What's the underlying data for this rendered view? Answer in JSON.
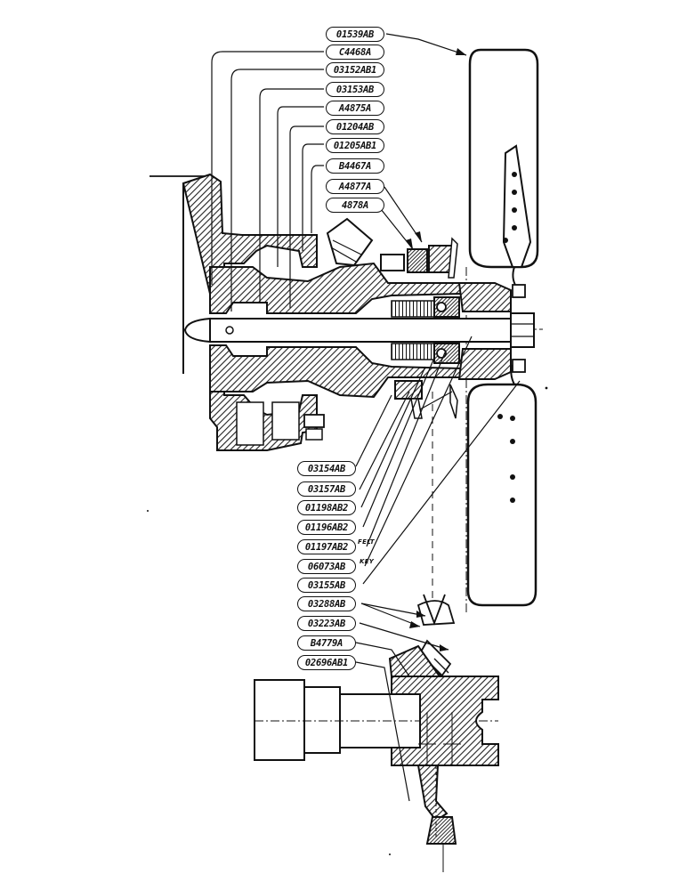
{
  "diagram": {
    "ink_color": "#111111",
    "hatch_color": "#222222",
    "background": "#ffffff",
    "top_labels": [
      {
        "id": "t1",
        "text": "01539AB"
      },
      {
        "id": "t2",
        "text": "C4468A"
      },
      {
        "id": "t3",
        "text": "03152AB1"
      },
      {
        "id": "t4",
        "text": "03153AB"
      },
      {
        "id": "t5",
        "text": "A4875A"
      },
      {
        "id": "t6",
        "text": "01204AB"
      },
      {
        "id": "t7",
        "text": "01205AB1"
      },
      {
        "id": "t8",
        "text": "B4467A"
      },
      {
        "id": "t9",
        "text": "A4877A"
      },
      {
        "id": "t10",
        "text": "4878A"
      }
    ],
    "bottom_labels": [
      {
        "id": "b1",
        "text": "03154AB"
      },
      {
        "id": "b2",
        "text": "03157AB"
      },
      {
        "id": "b3",
        "text": "01198AB2"
      },
      {
        "id": "b4",
        "text": "01196AB2"
      },
      {
        "id": "b5",
        "text": "01197AB2"
      },
      {
        "id": "b6",
        "text": "06073AB"
      },
      {
        "id": "b7",
        "text": "03155AB"
      },
      {
        "id": "b8",
        "text": "03288AB"
      },
      {
        "id": "b9",
        "text": "03223AB"
      },
      {
        "id": "b10",
        "text": "B4779A"
      },
      {
        "id": "b11",
        "text": "02696AB1"
      }
    ],
    "notes": {
      "felt": "FELT",
      "key": "KEY"
    }
  }
}
